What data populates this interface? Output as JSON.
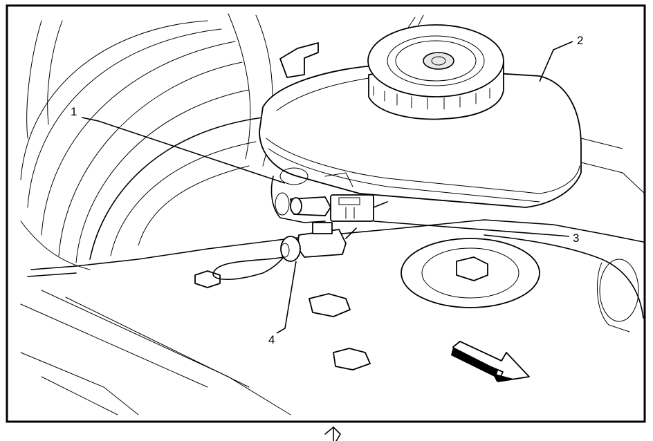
{
  "callouts": {
    "c1": "1",
    "c2": "2",
    "c3": "3",
    "c4": "4"
  },
  "icons": {
    "direction_arrow": "arrow-down-right-icon",
    "page_mark": "partial-glyph-icon"
  }
}
